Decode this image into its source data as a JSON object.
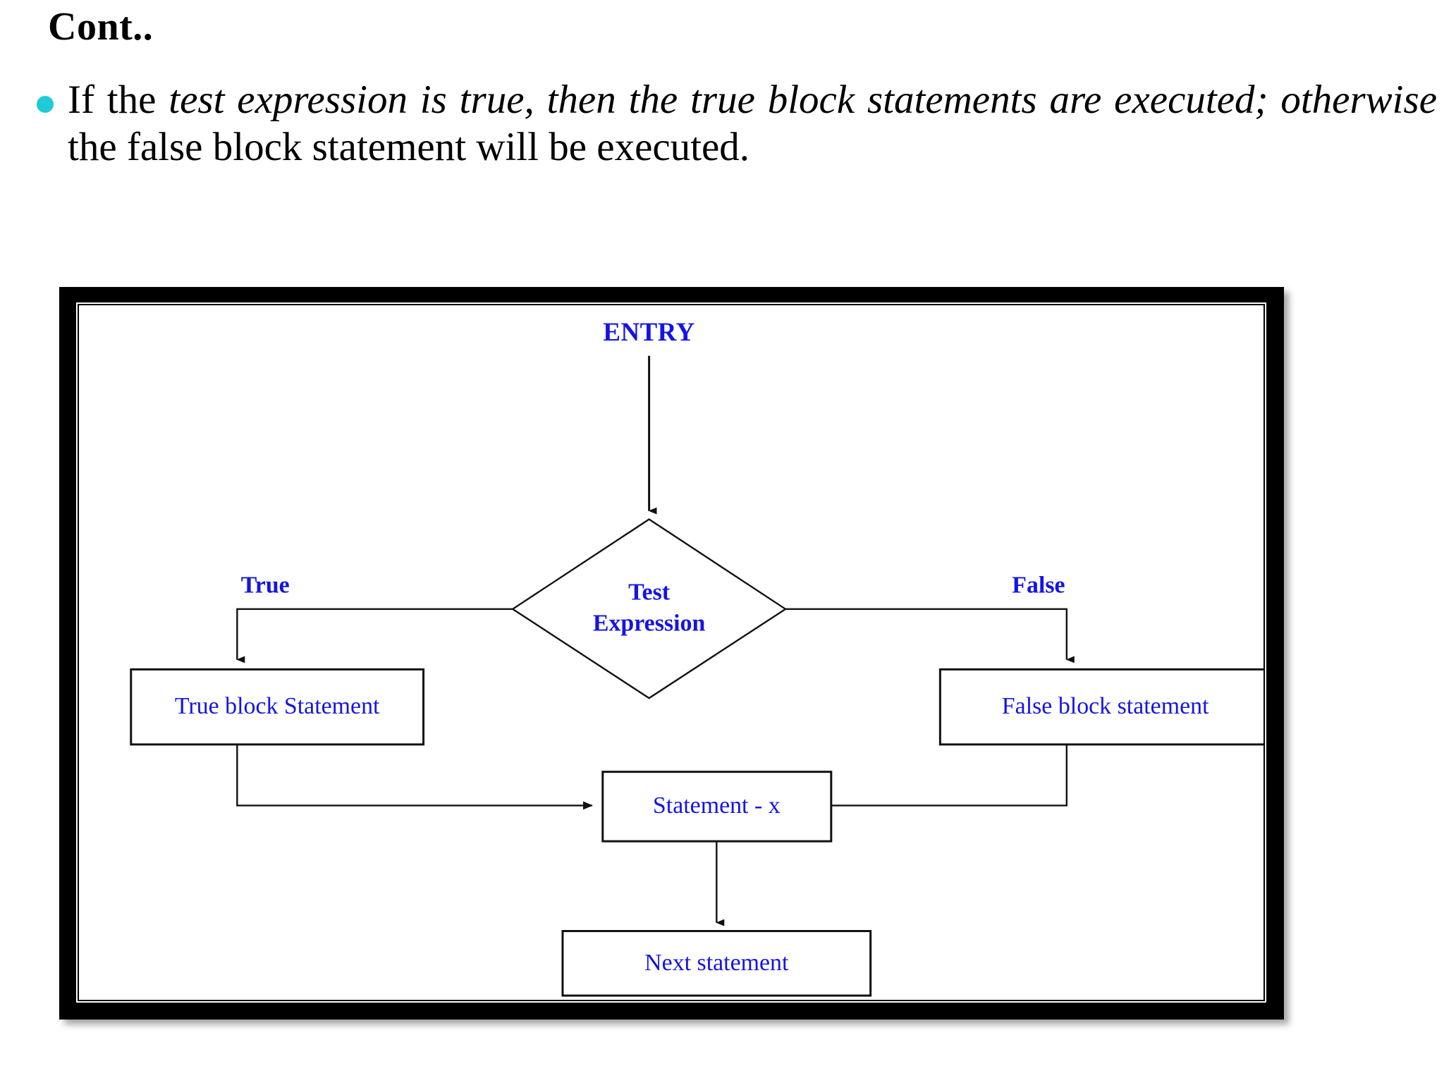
{
  "slide": {
    "title": "Cont..",
    "bullet_marker_color": "#1ECBD8",
    "bullet_text_plain": "If the test expression is true, then the true block statements are executed; otherwise the false block statement will be executed.",
    "bullet_parts": {
      "lead": "If the ",
      "emphasis": "test expression is true, then the true block statements are executed; otherwise",
      "tail": " the false block statement will be executed."
    }
  },
  "diagram": {
    "frame_color": "#000000",
    "node_text_color": "#1414E6",
    "line_color": "#111111",
    "nodes": {
      "entry": "ENTRY",
      "decision_line1": "Test",
      "decision_line2": "Expression",
      "true_label": "True",
      "false_label": "False",
      "true_block": "True block Statement",
      "false_block": "False block statement",
      "join_statement": "Statement - x",
      "next_statement": "Next statement"
    }
  },
  "chart_data": {
    "type": "diagram",
    "title": "if-else flow chart",
    "nodes": [
      {
        "id": "entry",
        "label": "ENTRY",
        "shape": "text"
      },
      {
        "id": "test",
        "label": "Test Expression",
        "shape": "diamond"
      },
      {
        "id": "trueblock",
        "label": "True block Statement",
        "shape": "rect"
      },
      {
        "id": "falseblock",
        "label": "False block statement",
        "shape": "rect"
      },
      {
        "id": "stmtx",
        "label": "Statement - x",
        "shape": "rect"
      },
      {
        "id": "next",
        "label": "Next statement",
        "shape": "rect"
      }
    ],
    "edges": [
      {
        "from": "entry",
        "to": "test",
        "label": ""
      },
      {
        "from": "test",
        "to": "trueblock",
        "label": "True"
      },
      {
        "from": "test",
        "to": "falseblock",
        "label": "False"
      },
      {
        "from": "trueblock",
        "to": "stmtx",
        "label": ""
      },
      {
        "from": "falseblock",
        "to": "stmtx",
        "label": ""
      },
      {
        "from": "stmtx",
        "to": "next",
        "label": ""
      }
    ]
  }
}
